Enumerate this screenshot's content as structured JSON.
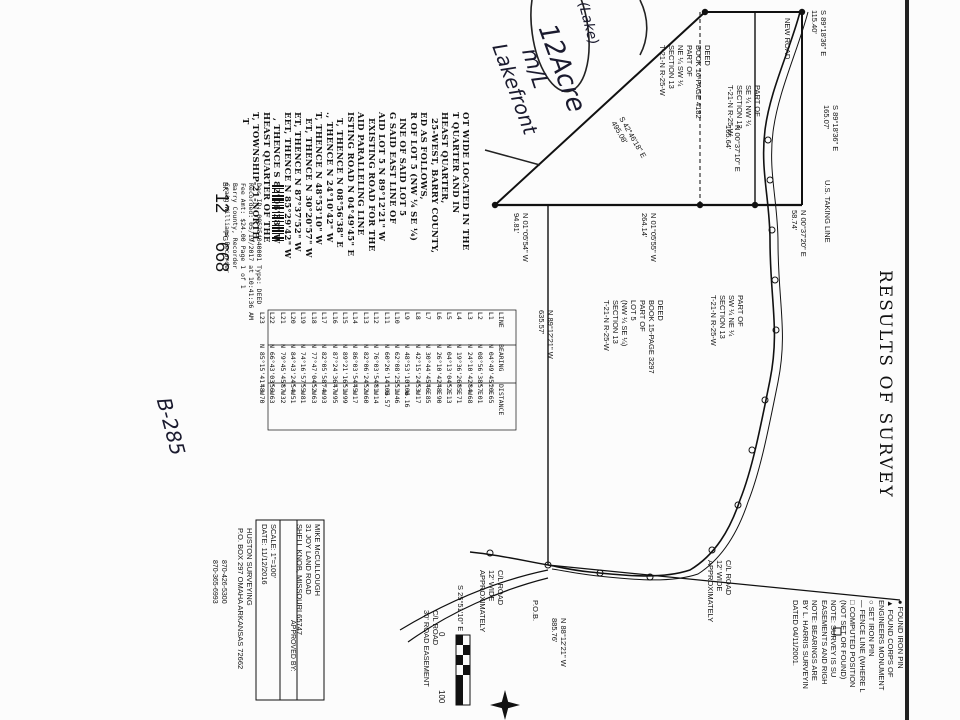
{
  "title": "RESULTS OF SURVEY",
  "handwritten": {
    "acreage": "12Acre",
    "ml": "m/L",
    "lakefront": "Lakefront",
    "lake_note": "(Lake)",
    "margin": "B-285"
  },
  "legal_description": [
    "OT WIDE LOCATED IN THE",
    "T QUARTER AND IN",
    "HEAST QUARTER,",
    "25-WEST, BARRY COUNTY,",
    "ED AS FOLLOWS,",
    "R OF LOT 5 (NW ¼ SE ¼)",
    "INE OF SAID LOT 5",
    "G SAID EAST LINE OF",
    "AID LOT 5 N 89°12'21\" W",
    "EXISTING ROAD FOR THE",
    "AID PARALLELING LINE",
    "ISTING ROAD N 04°49'45\" E",
    "T, THENCE N 08°56'38\" E",
    "., THENCE N 24°10'42\" W",
    "T, THENCE N 48°53'10\" W",
    "ET, THENCE N 30°20'57\" W",
    "ET, THENCE N 87°37'52\" W",
    "EET, THENCE N 85°29'42\" W",
    ", THENCE S 82°06'38\" W",
    "HEAST QUARTER OF THE",
    "T, TOWNSHIP-21-NORTH,",
    "T"
  ],
  "recording": {
    "doc": "Doc ID: 005254040001 Type: DEED",
    "recorded": "Recorded: 05/19/2017 at 10:41:36 AM",
    "fee": "Fee Amt: $24.00 Page 1 of 1",
    "county": "Barry County, Recorder",
    "recorder": "Craig Williams Recorder",
    "bk_label": "BK",
    "bk": "12",
    "pg_label": "PG",
    "pg": "668"
  },
  "parcel_labels": {
    "deed_16": [
      "DEED",
      "BOOK 16-PAGE 4182",
      "PART OF",
      "NE ¼ SW ¼",
      "SECTION 13",
      "T-21-N R-25-W"
    ],
    "sw_nw": [
      "PART OF",
      "SE ¼ NW ¼",
      "SECTION 13",
      "T-21-N R-25-W"
    ],
    "deed_15": [
      "DEED",
      "BOOK 15-PAGE 3297",
      "PART OF",
      "LOT 5",
      "(NW ¼ SE ¼)",
      "SECTION 13",
      "T-21-N R-25-W"
    ],
    "sw_ne": [
      "PART OF",
      "SW ¼ NE ¼",
      "SECTION 13",
      "T-21-N R-25-W"
    ]
  },
  "bearings": {
    "b1": "N 89°12'21\" W",
    "b1_dist": "635.57'",
    "b2": "S 42°46'18\" E",
    "b2_dist": "495.08'",
    "b3": "N 01°05'55\" W",
    "b3_dist": "264.14'",
    "b4": "N 01°05'54\" W",
    "b4_dist": "94.81'",
    "b5": "N 00°37'10\" E",
    "b5_dist": "165.64'",
    "b6": "S 89°18'36\" E",
    "b6_dist": "165.07'",
    "b7": "S 89°18'36\" E",
    "b7_dist": "115.40'",
    "b8": "N 00°37'20\" E",
    "b8_dist": "58.74'",
    "b9": "N 88°12'21\" W",
    "b9_dist": "885.76'",
    "b10": "S 25°51'10\" E"
  },
  "road_labels": {
    "us_taking": "U.S. TAKING LINE",
    "co_road_1": "C/L ROAD",
    "co_road_1b": "12' WIDE",
    "co_road_1c": "APPROXIMATELY",
    "co_road_2": "C/L ROAD",
    "co_road_2b": "12' WIDE",
    "co_road_2c": "APPROXIMATELY",
    "pob": "P.O.B.",
    "easement": "C/L ROAD",
    "easement_b": "30' ROAD EASEMENT",
    "new_road": "NEW ROAD"
  },
  "line_table": {
    "headers": [
      "LINE",
      "BEARING",
      "DISTANCE"
    ],
    "rows": [
      [
        "L1",
        "N 04°49'45\" E",
        "20.65"
      ],
      [
        "L2",
        "N 08°56'38\" E",
        "57.01"
      ],
      [
        "L3",
        "N 24°10'42\" W",
        "84.68"
      ],
      [
        "L4",
        "N 19°36'26\" E",
        "85.71"
      ],
      [
        "L5",
        "N 04°13'04\" E",
        "52.13"
      ],
      [
        "L6",
        "N 26°10'42\" E",
        "48.90"
      ],
      [
        "L7",
        "N 30°44'45\" E",
        "46.85"
      ],
      [
        "L8",
        "N 42°15'24\" W",
        "53.17"
      ],
      [
        "L9",
        "N 48°53'10\" W",
        "106.16"
      ],
      [
        "L10",
        "N 62°08'25\" W",
        "51.46"
      ],
      [
        "L11",
        "N 60°26'14\" W",
        "105.57"
      ],
      [
        "L12",
        "N 76°03'54\" W",
        "81.14"
      ],
      [
        "L13",
        "N 82°06'24\" W",
        "52.60"
      ],
      [
        "L14",
        "N 86°03'54\" W",
        "45.17"
      ],
      [
        "L15",
        "N 89°21'16\" W",
        "51.99"
      ],
      [
        "L16",
        "N 87°24'36\" W",
        "47.95"
      ],
      [
        "L17",
        "N 82°05'58\" W",
        "74.93"
      ],
      [
        "L18",
        "N 77°47'04\" W",
        "52.63"
      ],
      [
        "L19",
        "N 74°16'57\" W",
        "55.81"
      ],
      [
        "L20",
        "N 84°43'24\" W",
        "54.51"
      ],
      [
        "L21",
        "N 79°45'45\" W",
        "87.32"
      ],
      [
        "L22",
        "N 66°43'03\" W",
        "56.63"
      ],
      [
        "L23",
        "N 85°15'41\" W",
        "48.70"
      ]
    ]
  },
  "title_block": {
    "client": "MIKE McCULLOUGH",
    "address1": "31 JOY LAND ROAD",
    "address2": "SHELL KNOB, MISSOURI 65747",
    "scale": "SCALE: 1\"=100'",
    "date": "DATE: 11/12/2016",
    "approved": "APPROVED BY:",
    "firm": "HUSTON SURVEYING",
    "firm_addr": "P.O. BOX 297 OMAHA ARKANSAS 72662",
    "phone1": "870-426-5300",
    "phone2": "870-365-6993"
  },
  "legend": [
    "● FOUND IRON PIN",
    "▲ FOUND CORPS OF",
    "    ENGINEERS MONUMENT",
    "○ SET IRON PIN",
    "— FENCE LINE (WHERE L",
    "□ COMPUTED POSITION",
    "    (NOT SET OR FOUND)",
    "NOTE: SURVEY IS SU",
    "EASEMENTS AND RIGH",
    "NOTE: BEARINGS ARE",
    "BY L. HARRIS SURVEYIN",
    "DATED 04/11/2001."
  ],
  "scale_bar": {
    "zero": "0",
    "hundred": "100"
  }
}
